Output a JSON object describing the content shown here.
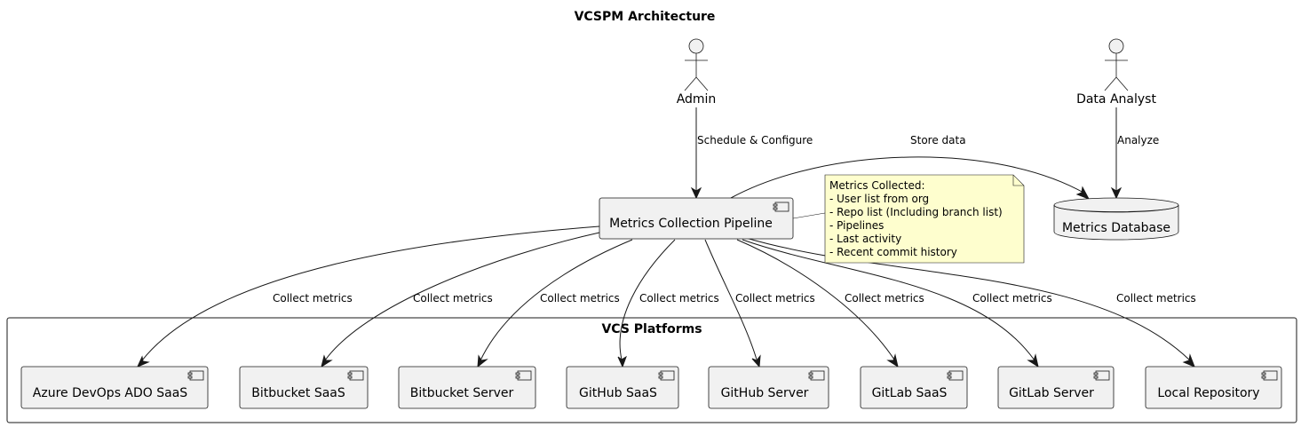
{
  "title": "VCSPM Architecture",
  "actors": {
    "admin": "Admin",
    "analyst": "Data Analyst"
  },
  "pipeline": "Metrics Collection Pipeline",
  "database": "Metrics Database",
  "note": {
    "heading": "Metrics Collected:",
    "items": [
      "- User list from org",
      "- Repo list (Including branch list)",
      "- Pipelines",
      "- Last activity",
      "- Recent commit history"
    ]
  },
  "group": "VCS Platforms",
  "platforms": [
    "Azure DevOps ADO SaaS",
    "Bitbucket SaaS",
    "Bitbucket Server",
    "GitHub SaaS",
    "GitHub Server",
    "GitLab SaaS",
    "GitLab Server",
    "Local Repository"
  ],
  "edges": {
    "schedule": "Schedule & Configure",
    "store": "Store data",
    "analyze": "Analyze",
    "collect": "Collect metrics"
  },
  "colors": {
    "node_fill": "#f1f1f1",
    "note_fill": "#fefece",
    "stroke": "#181818"
  }
}
